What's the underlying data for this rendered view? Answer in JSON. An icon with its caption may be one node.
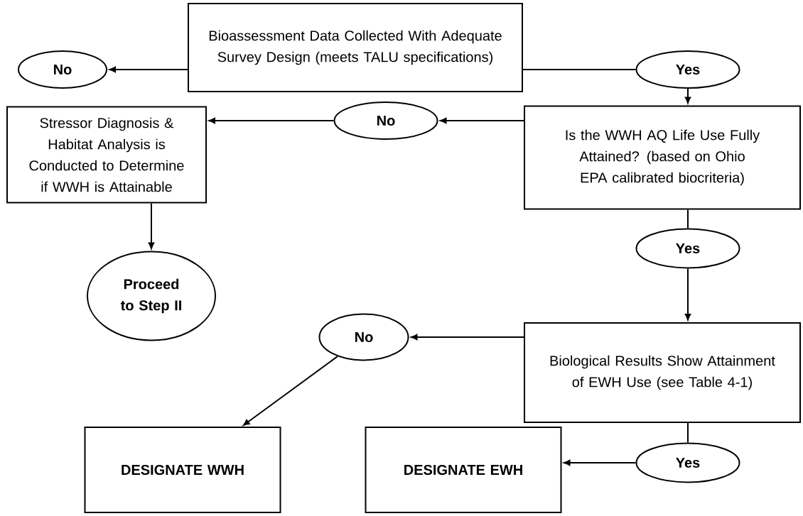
{
  "diagram": {
    "nodes": [
      {
        "text": [
          "No"
        ]
      },
      {
        "text": [
          "Bioassessment Data Collected With Adequate Survey Design (meets TALU specifications)"
        ]
      },
      {
        "text": [
          "Yes"
        ]
      },
      {
        "text": [
          "Stressor Diagnosis & Habitat Analysis is Conducted to Determine if WWH is Attainable"
        ]
      },
      {
        "text": [
          "No"
        ]
      },
      {
        "text": [
          "Is the WWH AQ Life Use Fully Attained? (based on Ohio EPA calibrated biocriteria)"
        ]
      },
      {
        "text": [
          "Yes"
        ]
      },
      {
        "text": [
          "Proceed to Step II"
        ]
      },
      {
        "text": [
          "No"
        ]
      },
      {
        "text": [
          "Biological Results Show Attainment of EWH Use (see Table 4-1)"
        ]
      },
      {
        "text": [
          "DESIGNATE WWH"
        ]
      },
      {
        "text": [
          "DESIGNATE EWH"
        ]
      },
      {
        "text": [
          "Yes"
        ]
      }
    ],
    "edges": [
      {
        "from": 1,
        "to": 0,
        "arrow": "to"
      },
      {
        "from": 2,
        "to": 1,
        "arrow": "none"
      },
      {
        "from": 2,
        "to": 5,
        "arrow": "to"
      },
      {
        "from": 5,
        "to": 4,
        "arrow": "to"
      },
      {
        "from": 4,
        "to": 3,
        "arrow": "to"
      },
      {
        "from": 3,
        "to": 7,
        "arrow": "to"
      },
      {
        "from": 5,
        "to": 6,
        "arrow": "none"
      },
      {
        "from": 6,
        "to": 9,
        "arrow": "to"
      },
      {
        "from": 9,
        "to": 8,
        "arrow": "to"
      },
      {
        "from": 8,
        "to": 10,
        "arrow": "to"
      },
      {
        "from": 9,
        "to": 12,
        "arrow": "none"
      },
      {
        "from": 12,
        "to": 11,
        "arrow": "to"
      }
    ]
  }
}
